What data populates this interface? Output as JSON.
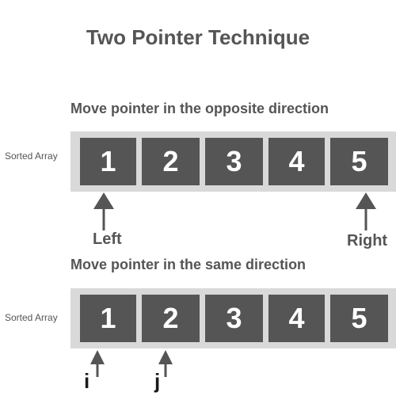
{
  "title": "Two Pointer Technique",
  "colors": {
    "cell": "#555555",
    "track": "#d9d9d9",
    "text": "#555555"
  },
  "sections": [
    {
      "heading": "Move pointer in the opposite direction",
      "array_label": "Sorted Array",
      "values": [
        "1",
        "2",
        "3",
        "4",
        "5"
      ],
      "pointers": [
        {
          "label": "Left",
          "index": 0
        },
        {
          "label": "Right",
          "index": 4
        }
      ]
    },
    {
      "heading": "Move pointer in the same direction",
      "array_label": "Sorted Array",
      "values": [
        "1",
        "2",
        "3",
        "4",
        "5"
      ],
      "pointers": [
        {
          "label": "i",
          "index": 0
        },
        {
          "label": "j",
          "index": 1
        }
      ]
    }
  ]
}
